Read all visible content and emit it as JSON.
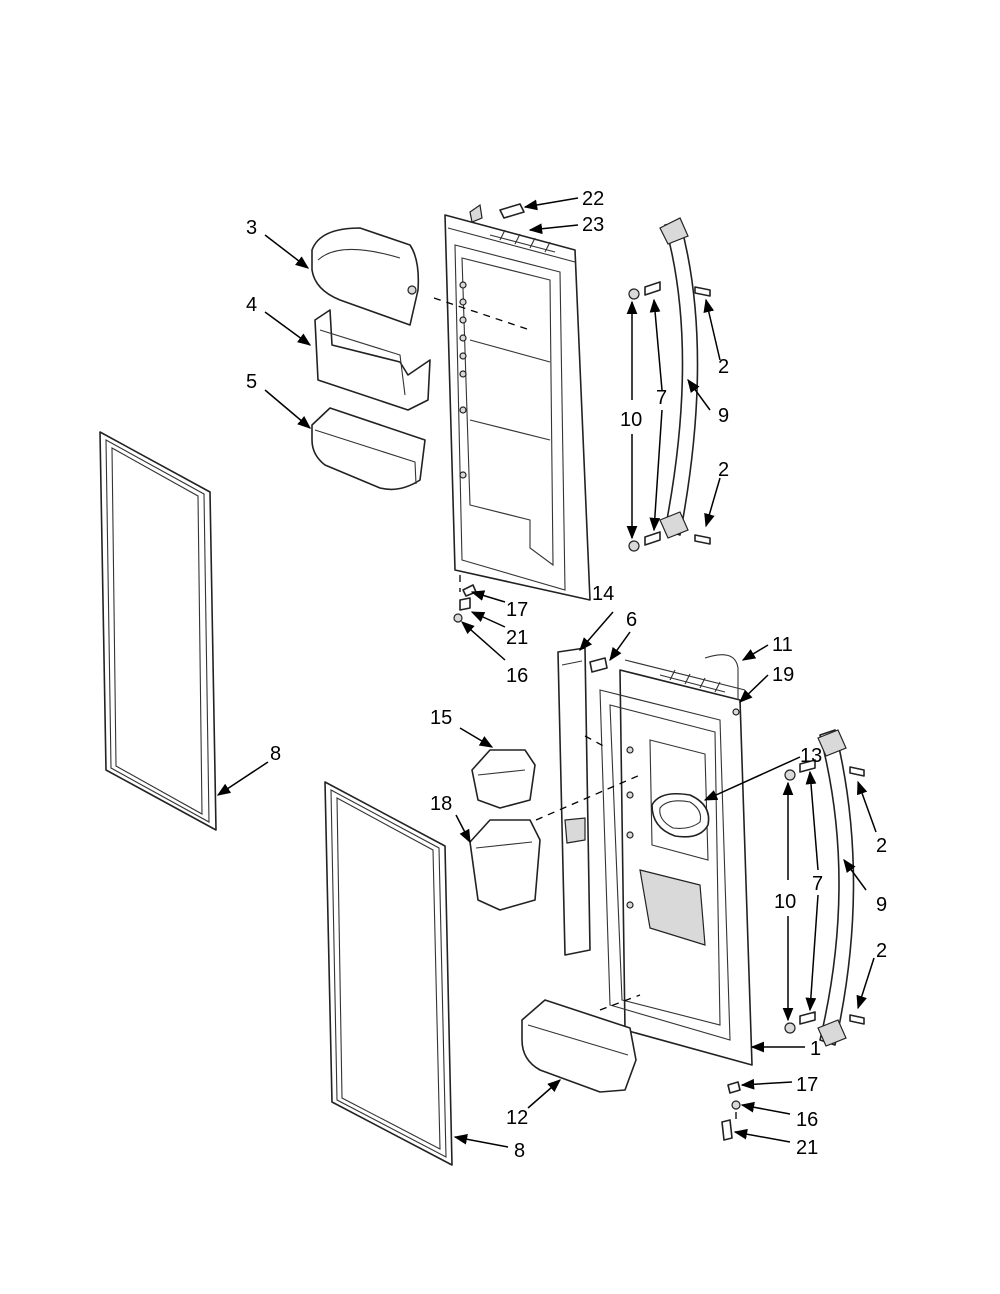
{
  "callouts": [
    {
      "key": "c1",
      "text": "1"
    },
    {
      "key": "c2a",
      "text": "2"
    },
    {
      "key": "c2b",
      "text": "2"
    },
    {
      "key": "c2c",
      "text": "2"
    },
    {
      "key": "c2d",
      "text": "2"
    },
    {
      "key": "c3",
      "text": "3"
    },
    {
      "key": "c4",
      "text": "4"
    },
    {
      "key": "c5",
      "text": "5"
    },
    {
      "key": "c6",
      "text": "6"
    },
    {
      "key": "c7a",
      "text": "7"
    },
    {
      "key": "c7b",
      "text": "7"
    },
    {
      "key": "c8a",
      "text": "8"
    },
    {
      "key": "c8b",
      "text": "8"
    },
    {
      "key": "c9a",
      "text": "9"
    },
    {
      "key": "c9b",
      "text": "9"
    },
    {
      "key": "c10a",
      "text": "10"
    },
    {
      "key": "c10b",
      "text": "10"
    },
    {
      "key": "c11",
      "text": "11"
    },
    {
      "key": "c12",
      "text": "12"
    },
    {
      "key": "c13",
      "text": "13"
    },
    {
      "key": "c14",
      "text": "14"
    },
    {
      "key": "c15",
      "text": "15"
    },
    {
      "key": "c16a",
      "text": "16"
    },
    {
      "key": "c16b",
      "text": "16"
    },
    {
      "key": "c17a",
      "text": "17"
    },
    {
      "key": "c17b",
      "text": "17"
    },
    {
      "key": "c18",
      "text": "18"
    },
    {
      "key": "c19",
      "text": "19"
    },
    {
      "key": "c21a",
      "text": "21"
    },
    {
      "key": "c21b",
      "text": "21"
    },
    {
      "key": "c22",
      "text": "22"
    },
    {
      "key": "c23",
      "text": "23"
    }
  ]
}
